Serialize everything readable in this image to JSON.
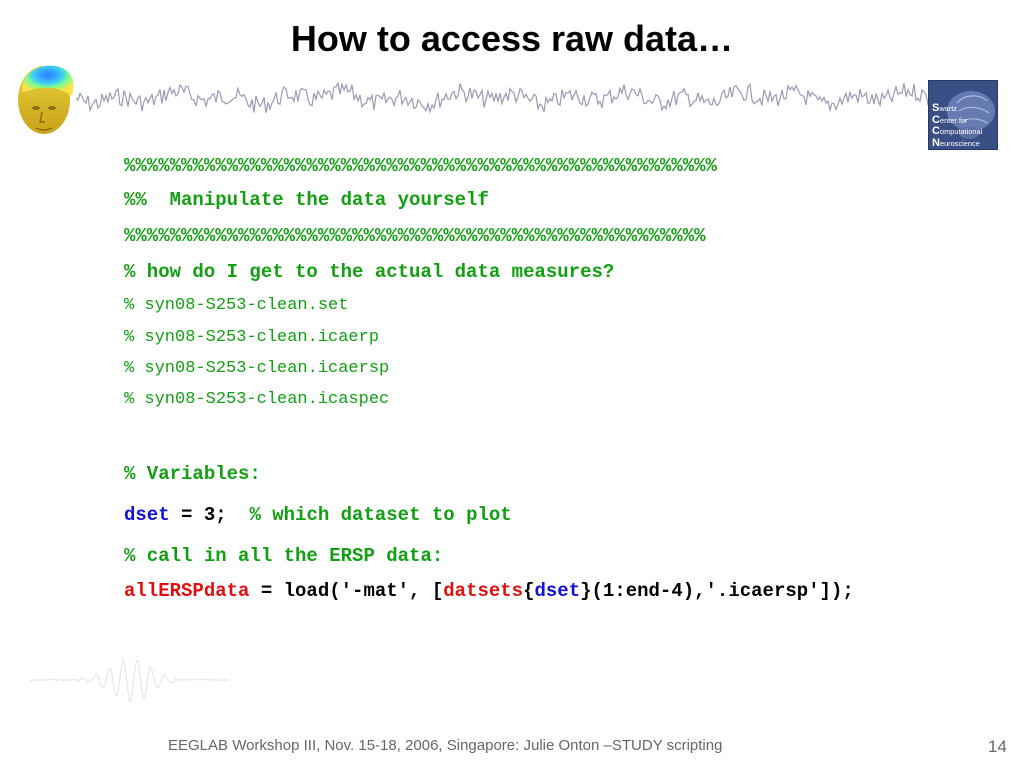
{
  "slide": {
    "title": "How to access raw data…",
    "logo": {
      "caps": [
        "S",
        "C",
        "C",
        "N"
      ],
      "rests": [
        "wartz",
        "enter for",
        "omputational",
        "euroscience"
      ]
    },
    "code_lines": [
      {
        "style": "b",
        "segments": [
          {
            "color": "g",
            "text": "%%%%%%%%%%%%%%%%%%%%%%%%%%%%%%%%%%%%%%%%%%%%%%%%%%%%"
          }
        ]
      },
      {
        "style": "b",
        "segments": [
          {
            "color": "g",
            "text": "%%  Manipulate the data yourself"
          }
        ]
      },
      {
        "style": "b",
        "segments": [
          {
            "color": "g",
            "text": "%%%%%%%%%%%%%%%%%%%%%%%%%%%%%%%%%%%%%%%%%%%%%%%%%%%"
          }
        ]
      },
      {
        "style": "b",
        "segments": [
          {
            "color": "g",
            "text": "% how do I get to the actual data measures?"
          }
        ]
      },
      {
        "style": "n",
        "segments": [
          {
            "color": "g",
            "text": "% syn08-S253-clean.set"
          }
        ]
      },
      {
        "style": "n",
        "segments": [
          {
            "color": "g",
            "text": "% syn08-S253-clean.icaerp"
          }
        ]
      },
      {
        "style": "n",
        "segments": [
          {
            "color": "g",
            "text": "% syn08-S253-clean.icaersp"
          }
        ]
      },
      {
        "style": "n",
        "segments": [
          {
            "color": "g",
            "text": "% syn08-S253-clean.icaspec"
          }
        ]
      },
      {
        "style": "b",
        "segments": [
          {
            "color": "g",
            "text": "% Variables:"
          }
        ]
      },
      {
        "style": "b",
        "segments": [
          {
            "color": "blue",
            "text": "dset"
          },
          {
            "color": "blk",
            "text": " = 3;  "
          },
          {
            "color": "g",
            "text": "% which dataset to plot"
          }
        ]
      },
      {
        "style": "b",
        "segments": [
          {
            "color": "g",
            "text": "% call in all the ERSP data:"
          }
        ]
      },
      {
        "style": "b",
        "segments": [
          {
            "color": "red",
            "text": "allERSPdata"
          },
          {
            "color": "blk",
            "text": " = load('-mat', ["
          },
          {
            "color": "red",
            "text": "datsets"
          },
          {
            "color": "blk",
            "text": "{"
          },
          {
            "color": "blue",
            "text": "dset"
          },
          {
            "color": "blk",
            "text": "}(1:end-4),'.icaersp']);"
          }
        ]
      }
    ],
    "footer": "EEGLAB Workshop III, Nov. 15-18, 2006, Singapore: Julie Onton –STUDY scripting",
    "page_number": "14"
  }
}
